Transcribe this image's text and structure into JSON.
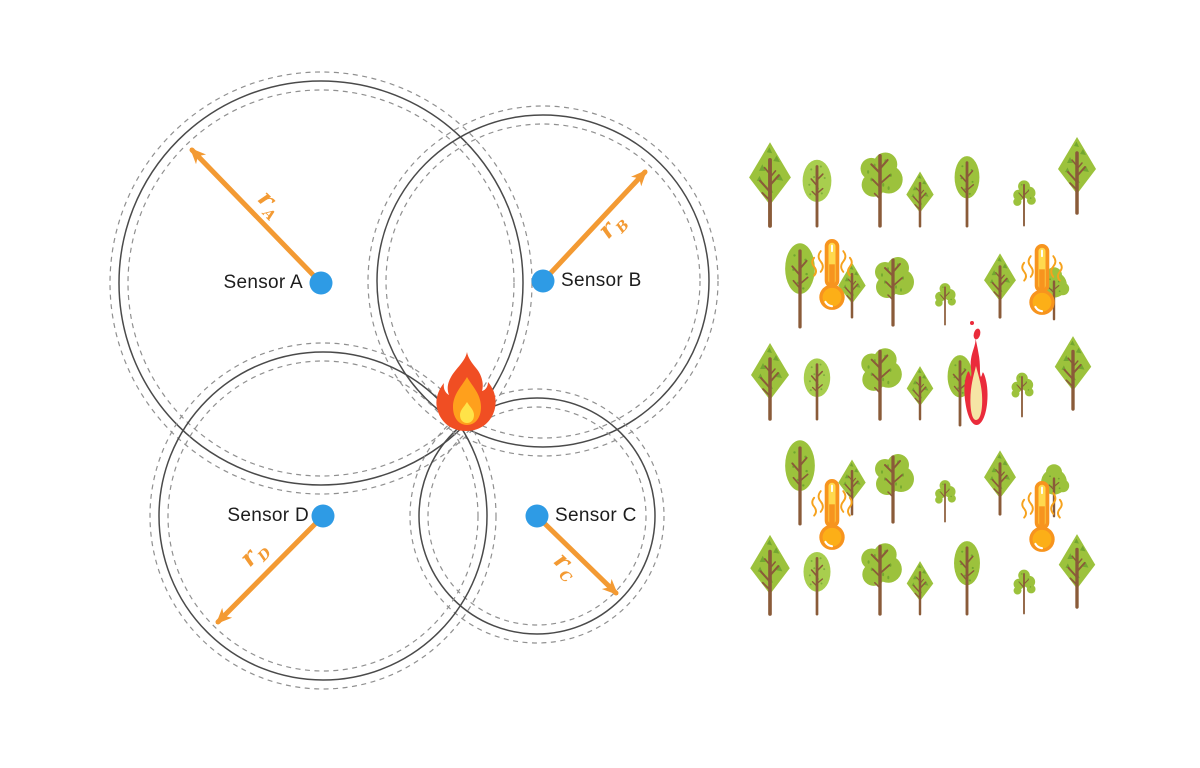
{
  "diagram": {
    "sensors": [
      {
        "id": "A",
        "label": "Sensor A",
        "radius_symbol": "r",
        "radius_subscript": "A"
      },
      {
        "id": "B",
        "label": "Sensor B",
        "radius_symbol": "r",
        "radius_subscript": "B"
      },
      {
        "id": "C",
        "label": "Sensor C",
        "radius_symbol": "r",
        "radius_subscript": "C"
      },
      {
        "id": "D",
        "label": "Sensor D",
        "radius_symbol": "r",
        "radius_subscript": "D"
      }
    ],
    "icons": {
      "fire": "fire-icon",
      "sensor_dot": "sensor-dot",
      "radius_arrow": "radius-arrow"
    },
    "colors": {
      "sensor_dot_blue": "#2E9BE5",
      "radius_arrow_orange": "#F39A33",
      "circle_solid_gray": "#4A4A4A",
      "circle_dashed_gray": "#909090"
    }
  },
  "fire": {
    "colors": {
      "outer": "#F04E23",
      "middle": "#FFA01C",
      "core": "#FFE348"
    }
  },
  "forest": {
    "icons": {
      "tree": "tree-icon",
      "thermometer": "thermometer-hot-icon",
      "burning_tree_flame": "burning-tree-flame-icon",
      "fire_spark": "fire-spark-icon"
    },
    "colors": {
      "canopy_green": "#9CC23C",
      "canopy_green_alt": "#A8CE4E",
      "leaf_dark": "#6FA42F",
      "trunk_brown": "#8A5B39",
      "thermometer_orange": "#F7941E",
      "thermometer_yellow": "#FFD94E",
      "heat_wave_orange": "#F6A21D",
      "flame_red": "#EA2B3B",
      "flame_cream": "#F5E5A5"
    }
  },
  "background": "#FFFFFF"
}
